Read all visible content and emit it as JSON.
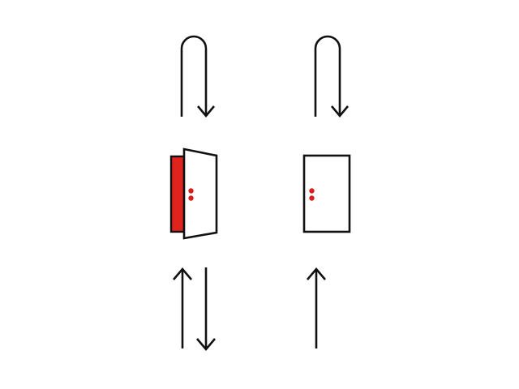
{
  "colors": {
    "background": "#ffffff",
    "stroke": "#111111",
    "door_accent": "#e0231c",
    "knob": "#d81e1e",
    "door_fill": "#ffffff"
  },
  "columns": [
    {
      "name": "left",
      "door_state": "open",
      "top_arrow": "u-turn-down-icon",
      "bottom_arrows": [
        "arrow-up-icon",
        "arrow-down-icon"
      ]
    },
    {
      "name": "right",
      "door_state": "closed",
      "top_arrow": "u-turn-down-icon",
      "bottom_arrows": [
        "arrow-up-icon"
      ]
    }
  ]
}
